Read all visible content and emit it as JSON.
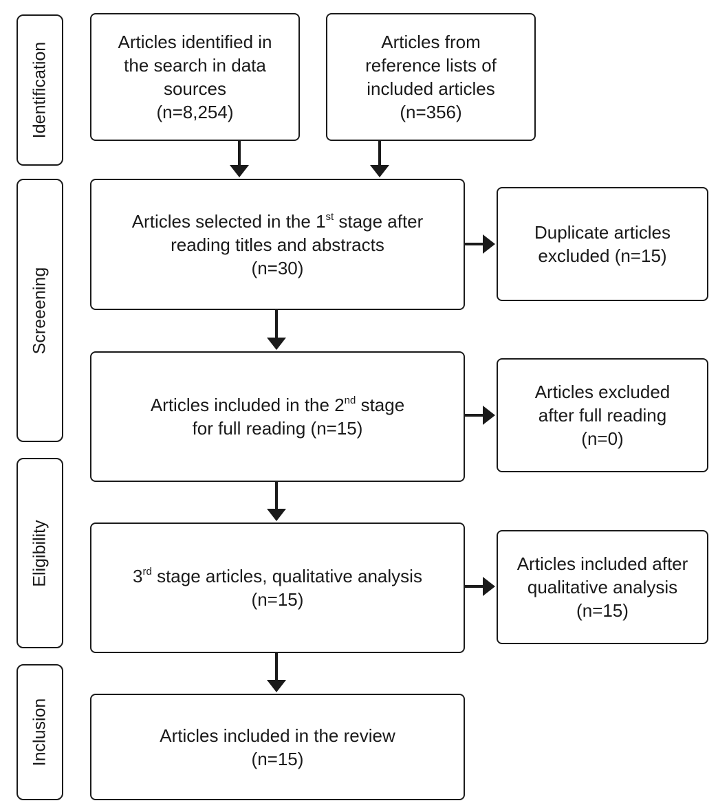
{
  "phases": {
    "identification": "Identification",
    "screening": "Screeening",
    "eligibility": "Eligibility",
    "inclusion": "Inclusion"
  },
  "boxes": {
    "search": {
      "l1": "Articles identified in",
      "l2": "the search in data",
      "l3": "sources",
      "n": "(n=8,254)"
    },
    "references": {
      "l1": "Articles from",
      "l2": "reference lists of",
      "l3": "included articles",
      "n": "(n=356)"
    },
    "stage1": {
      "pre": "Articles selected in the 1",
      "sup": "st",
      "post": " stage after",
      "l2": "reading titles and abstracts",
      "n": "(n=30)"
    },
    "duplicates": {
      "l1": "Duplicate articles",
      "l2": "excluded (n=15)"
    },
    "stage2": {
      "pre": "Articles included in the 2",
      "sup": "nd",
      "post": " stage",
      "l2": "for full reading (n=15)"
    },
    "excluded_full": {
      "l1": "Articles excluded",
      "l2": "after full reading",
      "n": "(n=0)"
    },
    "stage3": {
      "pre": "3",
      "sup": "rd",
      "post": " stage articles, qualitative analysis",
      "n": "(n=15)"
    },
    "included_qual": {
      "l1": "Articles included after",
      "l2": "qualitative analysis",
      "n": "(n=15)"
    },
    "review": {
      "l1": "Articles included in the review",
      "n": "(n=15)"
    }
  }
}
